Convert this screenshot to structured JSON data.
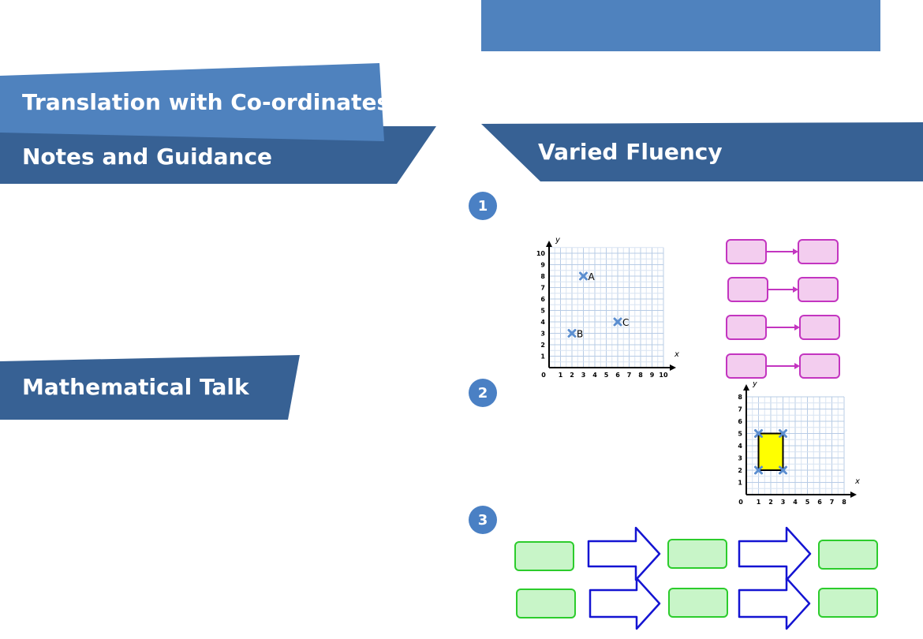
{
  "title": "Translation with Co-ordinates",
  "sections": {
    "notes": "Notes and Guidance",
    "talk": "Mathematical Talk",
    "fluency": "Varied Fluency"
  },
  "questions": [
    "1",
    "2",
    "3"
  ],
  "colors": {
    "header_dark": "#376194",
    "header_light": "#4f82be",
    "badge": "#4a80c4",
    "pink_fill": "#f3cdef",
    "pink_border": "#c335c0",
    "green_fill": "#c8f5c8",
    "green_border": "#2ccc2c",
    "arrow_blue": "#1414d2",
    "rect_yellow": "#ffff00",
    "marker_blue": "#5b8ed0"
  },
  "graph1": {
    "x_axis_label": "x",
    "y_axis_label": "y",
    "x_ticks": [
      "0",
      "1",
      "2",
      "3",
      "4",
      "5",
      "6",
      "7",
      "8",
      "9",
      "10"
    ],
    "y_ticks": [
      "1",
      "2",
      "3",
      "4",
      "5",
      "6",
      "7",
      "8",
      "9",
      "10"
    ],
    "points": [
      {
        "label": "A",
        "x": 3,
        "y": 8
      },
      {
        "label": "B",
        "x": 2,
        "y": 3
      },
      {
        "label": "C",
        "x": 6,
        "y": 4
      }
    ]
  },
  "graph2": {
    "x_axis_label": "x",
    "y_axis_label": "y",
    "x_ticks": [
      "0",
      "1",
      "2",
      "3",
      "4",
      "5",
      "6",
      "7",
      "8"
    ],
    "y_ticks": [
      "1",
      "2",
      "3",
      "4",
      "5",
      "6",
      "7",
      "8"
    ],
    "rectangle_vertices": [
      {
        "x": 1,
        "y": 2
      },
      {
        "x": 3,
        "y": 2
      },
      {
        "x": 3,
        "y": 5
      },
      {
        "x": 1,
        "y": 5
      }
    ]
  },
  "icons": {
    "pink_arrow": "right-arrow-icon",
    "block_arrow": "block-right-arrow-icon",
    "point_marker": "cross-marker-icon"
  }
}
